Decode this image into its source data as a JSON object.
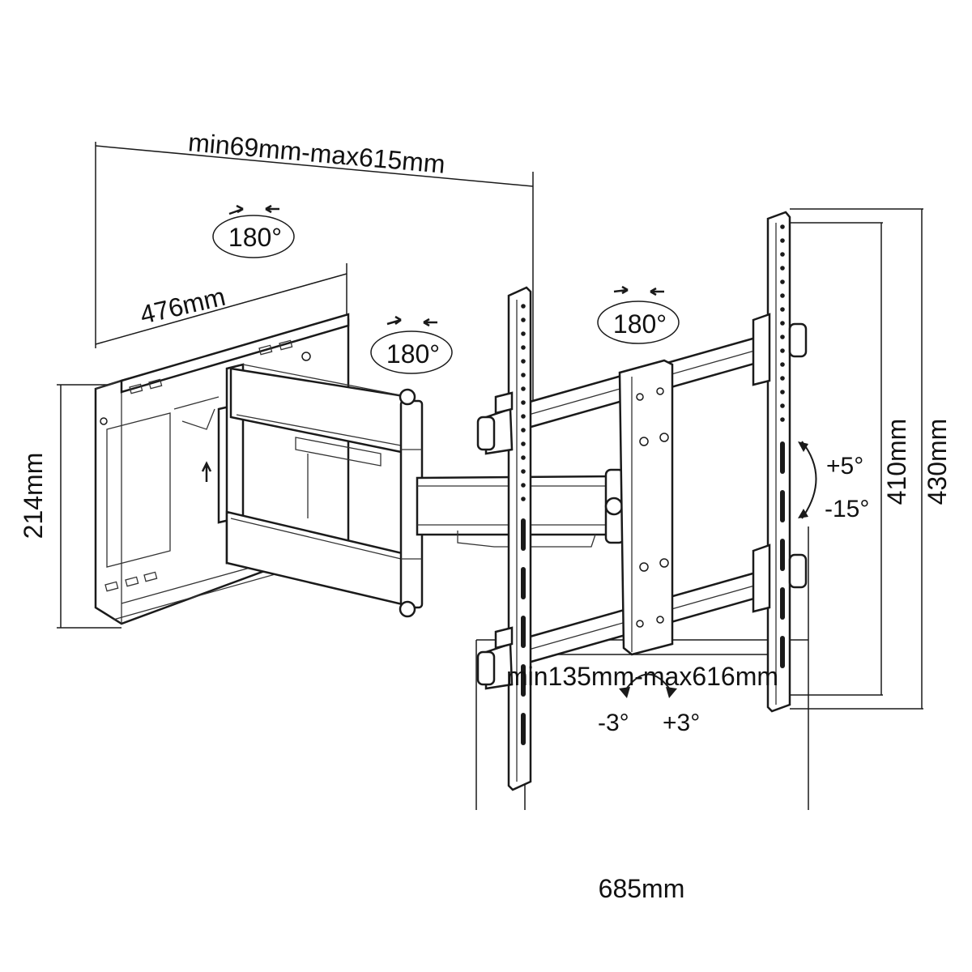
{
  "dimensions": {
    "extension": "min69mm-max615mm",
    "wall_plate_width": "476mm",
    "wall_plate_height": "214mm",
    "tv_plate_spacing": "min135mm-max616mm",
    "overall_width": "685mm",
    "inner_height": "410mm",
    "outer_height": "430mm"
  },
  "rotations": {
    "swivel_1": "180°",
    "swivel_2": "180°",
    "swivel_3": "180°",
    "tilt_up": "+5°",
    "tilt_down": "-15°",
    "level_left": "-3°",
    "level_right": "+3°"
  }
}
